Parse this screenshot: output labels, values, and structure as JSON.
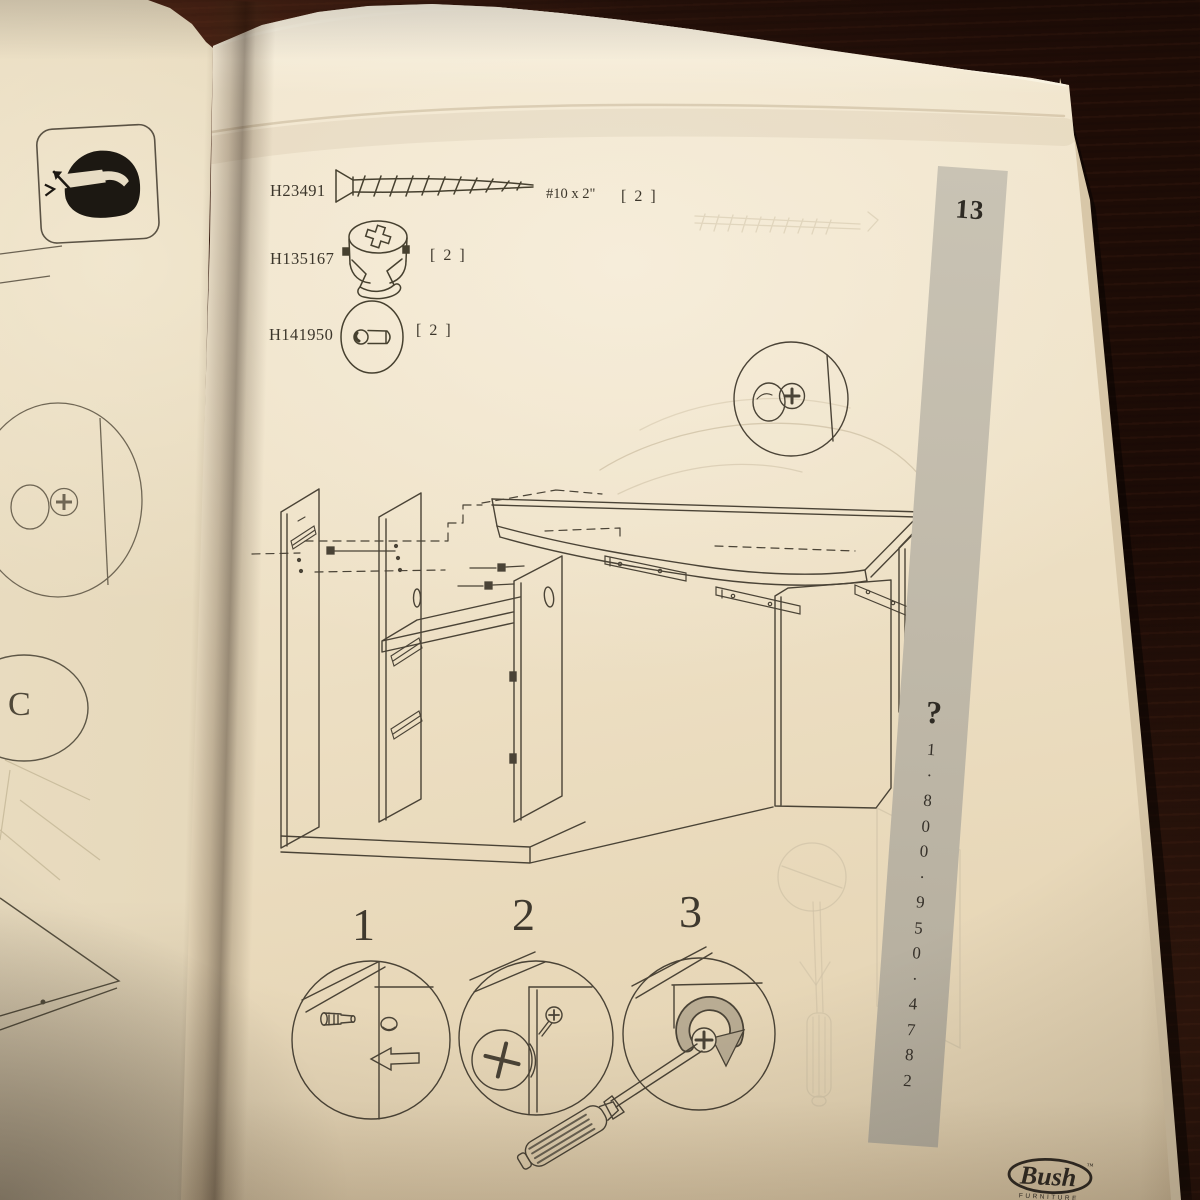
{
  "page": {
    "number": "13",
    "help_symbol": "?",
    "phone": "1·800·950·4782"
  },
  "hardware": [
    {
      "id": "H23491",
      "spec": "#10 x 2\"",
      "qty": "[ 2 ]",
      "icon": "wood-screw"
    },
    {
      "id": "H135167",
      "spec": "",
      "qty": "[ 2 ]",
      "icon": "cam-lock"
    },
    {
      "id": "H141950",
      "spec": "",
      "qty": "[ 2 ]",
      "icon": "cam-dowel"
    },
    {
      "id": "",
      "spec": "",
      "qty": "",
      "icon": ""
    }
  ],
  "steps": [
    {
      "label": "1"
    },
    {
      "label": "2"
    },
    {
      "label": "3"
    }
  ],
  "left_page": {
    "callout_label": "C"
  },
  "brand": {
    "name": "Bush",
    "sub": "FURNITURE",
    "tm": "™"
  },
  "colors": {
    "page": "#eee1c6",
    "band": "#beb7a7",
    "wood": "#2a130b",
    "ink": "#4a4336"
  }
}
